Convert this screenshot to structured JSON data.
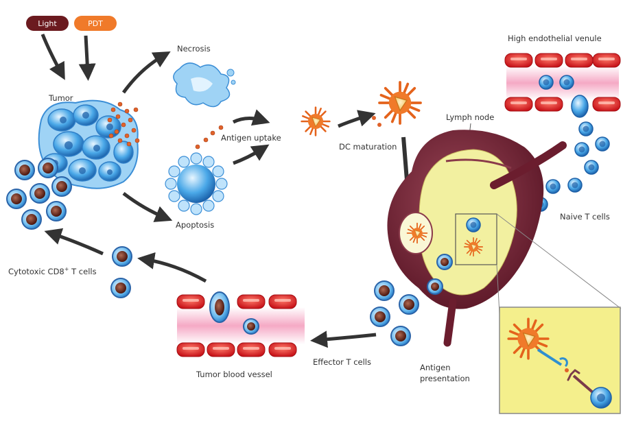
{
  "inputs": {
    "light": "Light",
    "pdt": "PDT"
  },
  "labels": {
    "tumor": "Tumor",
    "necrosis": "Necrosis",
    "apoptosis": "Apoptosis",
    "antigen_uptake": "Antigen uptake",
    "dc_maturation": "DC maturation",
    "lymph_node": "Lymph node",
    "high_endothelial_venule": "High endothelial venule",
    "naive_t_cells": "Naive T cells",
    "cytotoxic_cd8": "Cytotoxic CD8",
    "cytotoxic_sup": "+",
    "cytotoxic_tail": " T cells",
    "tumor_blood_vessel": "Tumor blood vessel",
    "effector_t_cells": "Effector T cells",
    "antigen_presentation_1": "Antigen",
    "antigen_presentation_2": "presentation"
  },
  "colors": {
    "light_pill": "#6b1a1f",
    "pdt_pill": "#f07a2a",
    "tumor_cell": "#5fb0e8",
    "t_cell_ring": "#2f6fb5",
    "t_cell_core": "#6b2b1f",
    "dc_orange": "#f07a2a",
    "vessel_red": "#e0342a",
    "vessel_pink": "#f7b9cf",
    "lymph_node": "#7a2a3a",
    "lymph_inner": "#f2f0a0"
  }
}
